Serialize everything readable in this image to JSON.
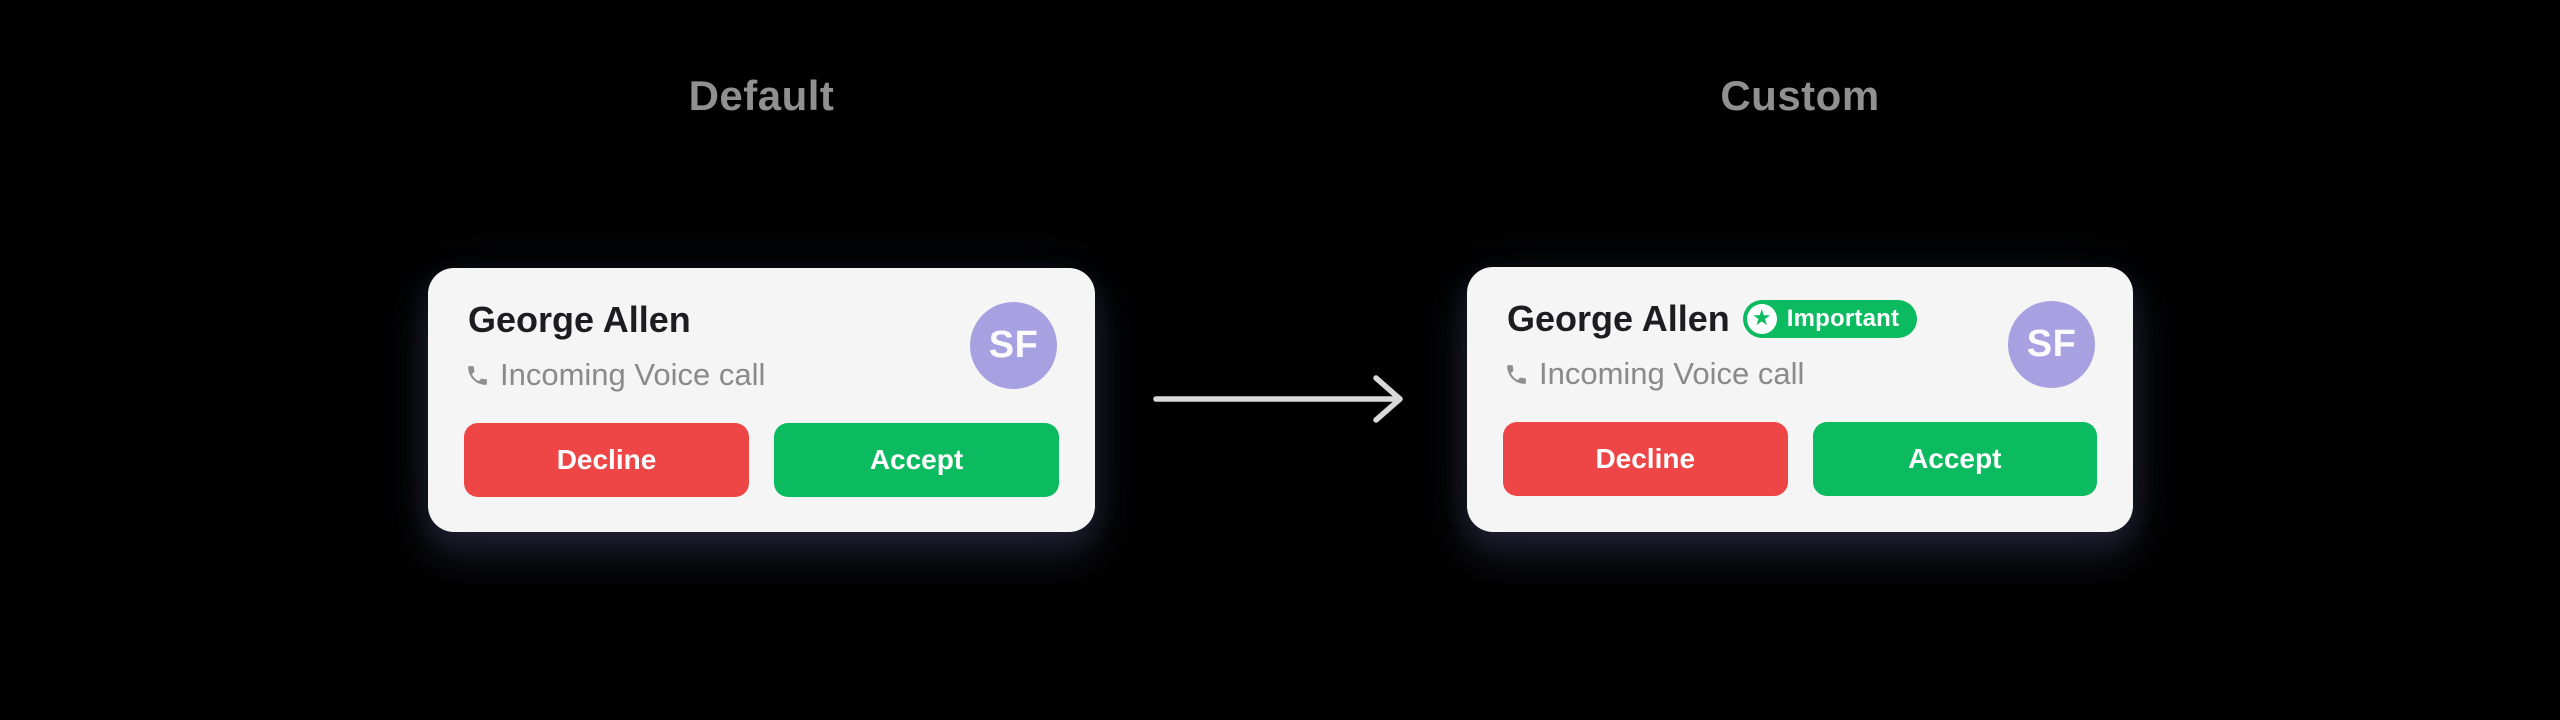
{
  "sections": {
    "default": {
      "title": "Default"
    },
    "custom": {
      "title": "Custom"
    }
  },
  "default_card": {
    "name": "George Allen",
    "call_status": "Incoming Voice call",
    "avatar_initials": "SF",
    "buttons": {
      "decline": "Decline",
      "accept": "Accept"
    }
  },
  "custom_card": {
    "name": "George Allen",
    "badge": {
      "label": "Important",
      "star_glyph": "★"
    },
    "call_status": "Incoming Voice call",
    "avatar_initials": "SF",
    "buttons": {
      "decline": "Decline",
      "accept": "Accept"
    }
  },
  "icons": {
    "phone": "phone-icon",
    "badge_star": "star-icon",
    "arrow": "arrow-right-icon"
  },
  "colors": {
    "background": "#000000",
    "card_background": "#f5f5f6",
    "name_text": "#1d1d1f",
    "subtitle_text": "#8a8a8a",
    "section_title_text": "#909090",
    "decline_red": "#ee4546",
    "accept_green": "#0cba5f",
    "badge_green": "#0cba5f",
    "avatar_purple": "#a8a1e1",
    "button_text": "#ffffff",
    "arrow_gray": "#d9d9d9"
  }
}
